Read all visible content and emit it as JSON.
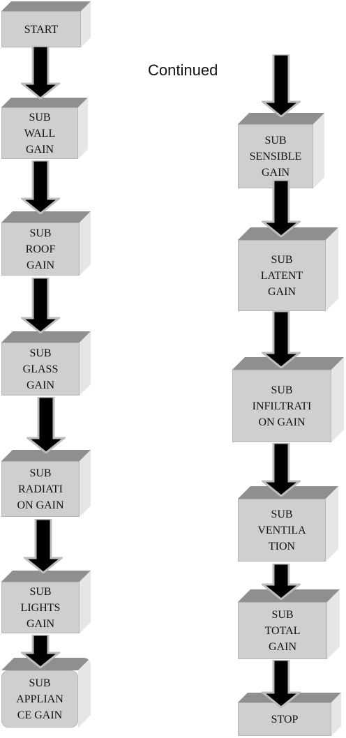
{
  "continued_label": "Continued",
  "left_column": [
    {
      "lines": [
        "START"
      ]
    },
    {
      "lines": [
        "SUB",
        "WALL",
        "GAIN"
      ]
    },
    {
      "lines": [
        "SUB",
        "ROOF",
        "GAIN"
      ]
    },
    {
      "lines": [
        "SUB",
        "GLASS",
        "GAIN"
      ]
    },
    {
      "lines": [
        "SUB",
        "RADIATI",
        "ON GAIN"
      ]
    },
    {
      "lines": [
        "SUB",
        "LIGHTS",
        "GAIN"
      ]
    },
    {
      "lines": [
        "SUB",
        "APPLIAN",
        "CE GAIN"
      ]
    }
  ],
  "right_column": [
    {
      "lines": [
        "SUB",
        "SENSIBLE",
        "GAIN"
      ]
    },
    {
      "lines": [
        "SUB",
        "LATENT",
        "GAIN"
      ]
    },
    {
      "lines": [
        "SUB",
        "INFILTRATI",
        "ON GAIN"
      ]
    },
    {
      "lines": [
        "SUB",
        "VENTILA",
        "TION"
      ]
    },
    {
      "lines": [
        "SUB",
        "TOTAL",
        "GAIN"
      ]
    },
    {
      "lines": [
        "STOP"
      ]
    }
  ],
  "colors": {
    "box_front": "#cfcfcf",
    "box_top": "#8f8f8f",
    "box_side": "#e6e6e6",
    "arrow_fill": "#000000",
    "arrow_outline": "#bdbdbd"
  }
}
